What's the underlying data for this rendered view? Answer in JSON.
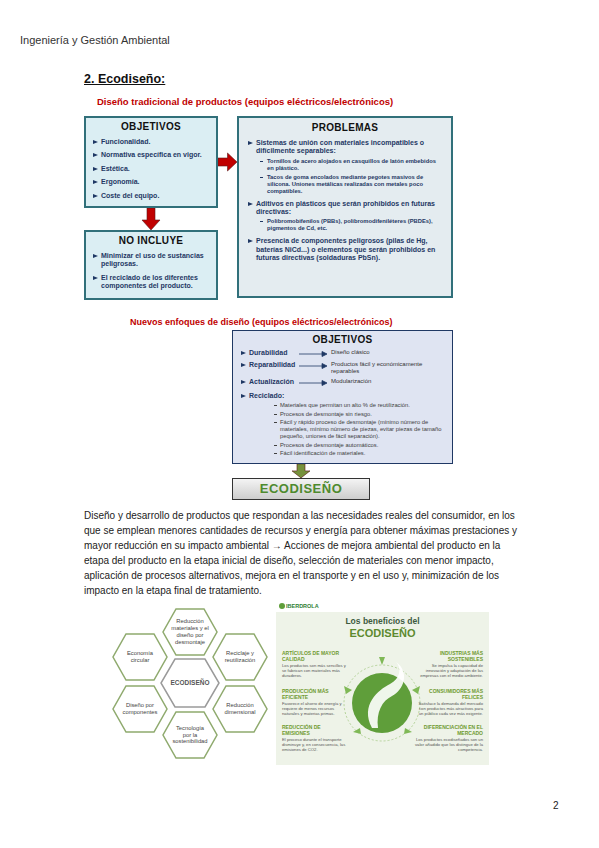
{
  "diagram": {
    "title": "2. Ecodiseño:",
    "nodes": [
      {
        "text": [
          "OBJETIVOS",
          "Funcionalidad.",
          "Normativa específica en vigor.",
          "Estética.",
          "Ergonomía.",
          "Coste del equipo."
        ]
      },
      {
        "text": [
          "NO INCLUYE",
          "Minimizar el uso de sustancias peligrosas.",
          "El reciclado de los diferentes componentes del producto."
        ]
      },
      {
        "text": [
          "PROBLEMAS",
          "Sistemas de unión con materiales incompatibles o difícilmente separables:",
          "Tornillos de acero alojados en casquillos de latón embebidos en plástico.",
          "Tacos de goma encolados mediante pegotes masivos de silicona. Uniones metálicas realizadas con metales poco compatibles.",
          "Aditivos en plásticos que serán prohibidos en futuras directivas:",
          "Polibromobifenilos (PBBs), polibromodifeniléteres (PBDEs), pigmentos de Cd, etc.",
          "Presencia de componentes peligrosos (pilas de Hg, baterías NiCd...) o elementos que serán prohibidos en futuras directivas (soldaduras PbSn)."
        ]
      },
      {
        "text": [
          "OBJETIVOS",
          "Durabilidad",
          "Diseño clásico",
          "Reparabilidad",
          "Productos fácil y económicamente reparables",
          "Actualización",
          "Modularización",
          "Reciclado:",
          "Materiales que permitan un alto % de reutilización.",
          "Procesos de desmontaje sin riesgo.",
          "Fácil y rápido proceso de desmontaje (mínimo número de materiales, mínimo número de piezas, evitar piezas de tamaño pequeño, uniones de fácil separación).",
          "Procesos de desmontaje automáticos.",
          "Fácil identificación de materiales."
        ]
      },
      {
        "text": [
          "ECODISEÑO"
        ]
      },
      {
        "text": [
          "Reducción materiales y el diseño por desmontaje"
        ]
      },
      {
        "text": [
          "Economía circular"
        ]
      },
      {
        "text": [
          "Reciclaje y reutilización"
        ]
      },
      {
        "text": [
          "ECODISEÑO"
        ]
      },
      {
        "text": [
          "Diseño por componentes"
        ]
      },
      {
        "text": [
          "Reducción dimensional"
        ]
      },
      {
        "text": [
          "Tecnología por la sostenibilidad"
        ]
      },
      {
        "text": [
          "IBERDROLA",
          "Los beneficios del",
          "ECODISEÑO",
          "ARTÍCULOS DE MAYOR CALIDAD",
          "Los productos son más sencillos y se fabrican con materiales más duraderos.",
          "INDUSTRIAS MÁS SOSTENIBLES",
          "Se impulsa la capacidad de innovación y adaptación de las empresas con el medio ambiente.",
          "PRODUCCIÓN MÁS EFICIENTE",
          "Favorece el ahorro de energía y requiere de menos recursos naturales y materias primas.",
          "CONSUMIDORES MÁS FELICES",
          "Satisface la demanda del mercado con productos más atractivos para un público cada vez más exigente.",
          "REDUCCIÓN DE EMISIONES",
          "El proceso durante el transporte disminuye y, en consecuencia, las emisiones de CO2.",
          "DIFERENCIACIÓN EN EL MERCADO",
          "Los productos ecodiseñados son un valor añadido que los distingue de la competencia."
        ]
      }
    ],
    "edges": [
      {
        "from": 0,
        "to": 1,
        "arrow": "to"
      },
      {
        "from": 0,
        "to": 2,
        "arrow": "to"
      },
      {
        "from": 3,
        "to": 4,
        "arrow": "to"
      }
    ],
    "labels": [
      "Ingeniería y Gestión Ambiental",
      "Diseño tradicional de productos (equipos eléctricos/electrónicos)",
      "Nuevos enfoques de diseño (equipos eléctricos/electrónicos)",
      "Diseño y desarrollo de productos que respondan a las necesidades reales del consumidor, en los que se emplean menores cantidades de recursos y energía para obtener máximas prestaciones y mayor reducción en su impacto ambiental → Acciones de mejora ambiental del producto en la etapa del producto en la etapa inicial de diseño, selección de materiales con menor impacto, aplicación de procesos alternativos, mejora en el transporte y en el uso y, minimización de los impacto en la etapa final de tratamiento.",
      "2"
    ]
  }
}
